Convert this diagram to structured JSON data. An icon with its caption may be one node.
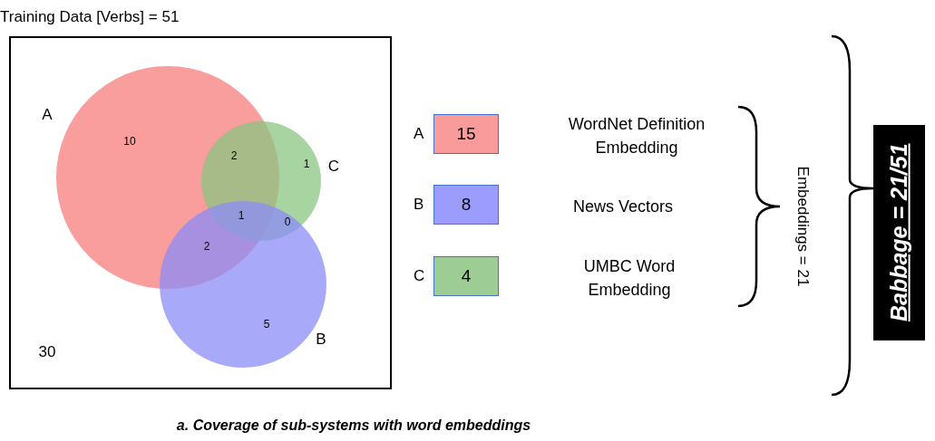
{
  "diagram": {
    "caption": "a. Coverage of sub-systems with word embeddings",
    "nodes": [
      {
        "text": [
          "Training Data [Verbs] = 51"
        ]
      },
      {
        "text": [
          "15"
        ],
        "beside": [
          "A"
        ]
      },
      {
        "text": [
          "8"
        ],
        "beside": [
          "B"
        ]
      },
      {
        "text": [
          "4"
        ],
        "beside": [
          "C"
        ]
      },
      {
        "text": [
          "Babbage = 21/51"
        ]
      }
    ],
    "labels": [
      "A",
      "10",
      "2",
      "1",
      "C",
      "1",
      "0",
      "2",
      "5",
      "B",
      "30",
      "WordNet Definition Embedding",
      "News Vectors",
      "UMBC Word Embedding",
      "Embeddings = 21"
    ]
  }
}
